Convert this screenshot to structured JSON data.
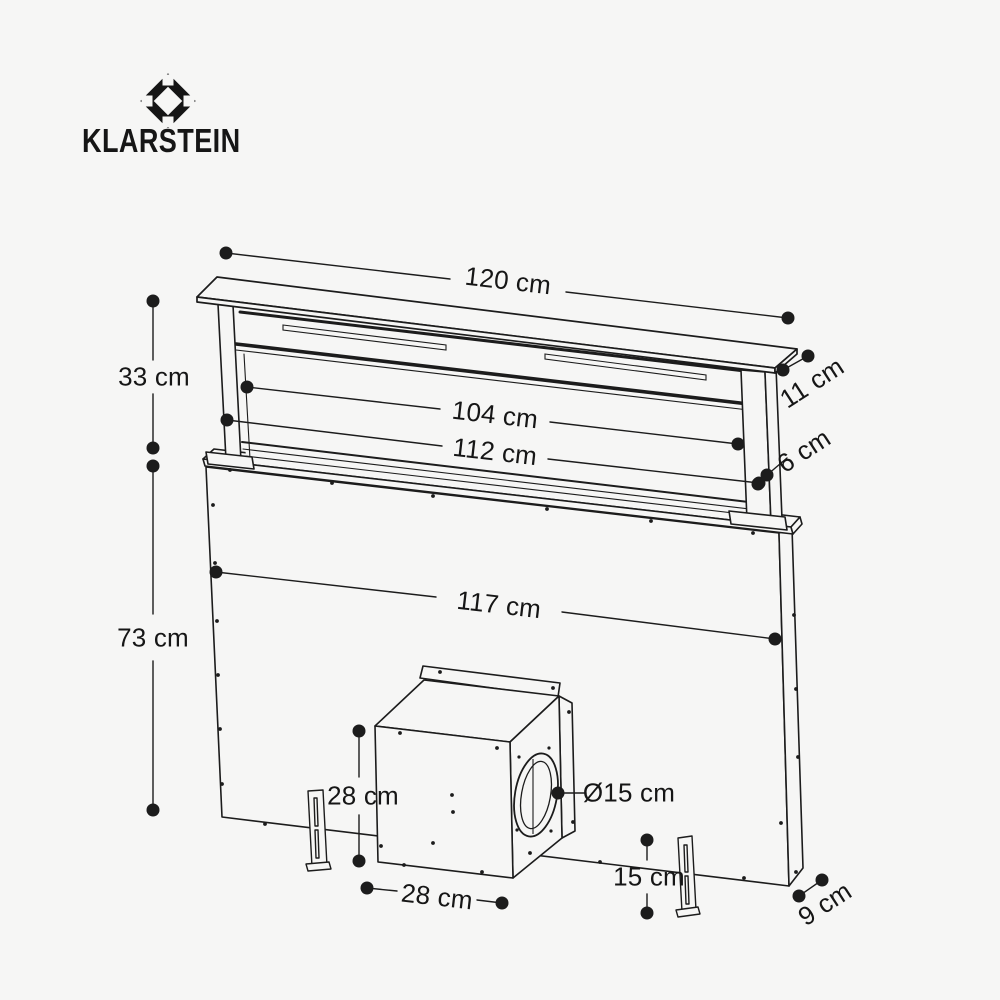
{
  "brand": {
    "name": "KLARSTEIN"
  },
  "colors": {
    "background": "#f6f6f5",
    "line": "#1c1c1c",
    "text": "#161616"
  },
  "dimensions": {
    "overall_width": "120 cm",
    "lip_depth": "11 cm",
    "hood_height": "33 cm",
    "glass_width": "104 cm",
    "panel_width": "112 cm",
    "panel_depth": "6 cm",
    "back_panel_width": "117 cm",
    "back_panel_height": "73 cm",
    "motor_box_height": "28 cm",
    "motor_box_width": "28 cm",
    "duct_diameter": "Ø15 cm",
    "bracket_height": "15 cm",
    "base_depth": "9 cm"
  }
}
